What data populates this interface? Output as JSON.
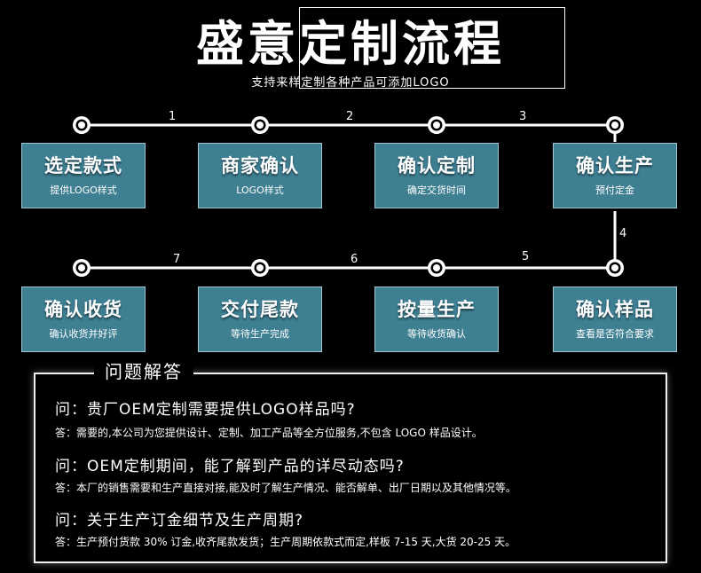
{
  "header": {
    "title": "盛意定制流程",
    "subtitle": "支持来样定制各种产品可添加LOGO"
  },
  "colors": {
    "box_fill": "#3e7f92",
    "box_border": "#9fc6d2",
    "line": "#ffffff"
  },
  "steps": [
    {
      "title": "选定款式",
      "sub": "提供LOGO样式"
    },
    {
      "title": "商家确认",
      "sub": "LOGO样式"
    },
    {
      "title": "确认定制",
      "sub": "确定交货时间"
    },
    {
      "title": "确认生产",
      "sub": "预付定金"
    },
    {
      "title": "确认样品",
      "sub": "查看是否符合要求"
    },
    {
      "title": "按量生产",
      "sub": "等待收货确认"
    },
    {
      "title": "交付尾款",
      "sub": "等待生产完成"
    },
    {
      "title": "确认收货",
      "sub": "确认收货并好评"
    }
  ],
  "step_numbers": [
    "1",
    "2",
    "3",
    "4",
    "5",
    "6",
    "7"
  ],
  "faq": {
    "heading": "问题解答",
    "items": [
      {
        "q": "问：贵厂OEM定制需要提供LOGO样品吗?",
        "a": "答：需要的,本公司为您提供设计、定制、加工产品等全方位服务,不包含 LOGO 样品设计。"
      },
      {
        "q": "问：OEM定制期间，能了解到产品的详尽动态吗?",
        "a": "答：本厂的销售需要和生产直接对接,能及时了解生产情况、能否解单、出厂日期以及其他情况等。"
      },
      {
        "q": "问：关于生产订金细节及生产周期?",
        "a": "答：生产预付货款 30% 订金,收齐尾款发货；生产周期依款式而定,样板 7-15 天,大货 20-25 天。"
      }
    ]
  }
}
